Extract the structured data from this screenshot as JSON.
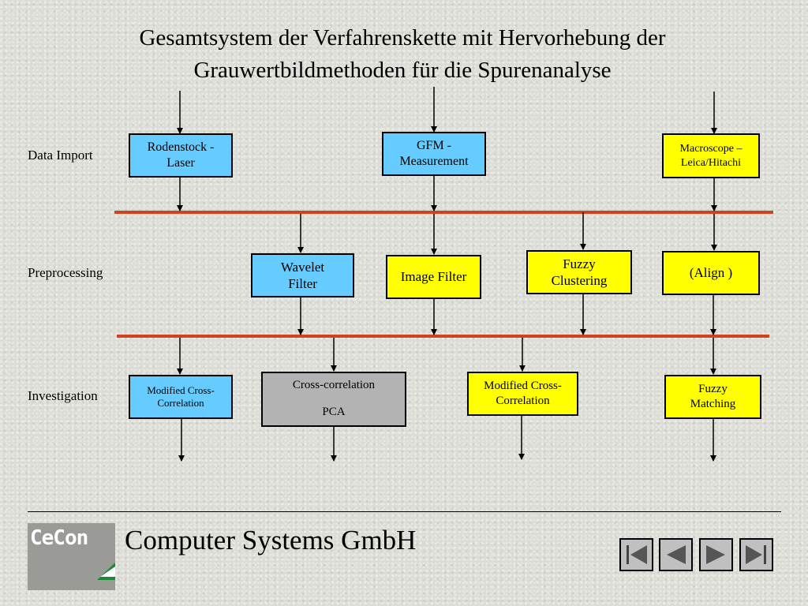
{
  "title": {
    "line1": "Gesamtsystem der Verfahrenskette mit Hervorhebung der",
    "line2": "Grauwertbildmethoden für die Spurenanalyse"
  },
  "rows": {
    "data_import": "Data Import",
    "preprocessing": "Preprocessing",
    "investigation": "Investigation"
  },
  "boxes": {
    "rodenstock": {
      "line1": "Rodenstock -",
      "line2": "Laser"
    },
    "gfm": {
      "line1": "GFM -",
      "line2": "Measurement"
    },
    "macroscope": {
      "line1": "Macroscope –",
      "line2": "Leica/Hitachi"
    },
    "wavelet": {
      "line1": "Wavelet",
      "line2": "Filter"
    },
    "image_filter": {
      "line1": "Image Filter"
    },
    "fuzzy_clustering": {
      "line1": "Fuzzy",
      "line2": "Clustering"
    },
    "align": {
      "line1": "(Align )"
    },
    "modified_cc_left": {
      "line1": "Modified Cross-",
      "line2": "Correlation"
    },
    "cross_corr_pca": {
      "line1": "Cross-correlation",
      "line2": "PCA"
    },
    "modified_cc_mid": {
      "line1": "Modified Cross-",
      "line2": "Correlation"
    },
    "fuzzy_matching": {
      "line1": "Fuzzy",
      "line2": "Matching"
    }
  },
  "colors": {
    "blue_box": "#66ccff",
    "yellow_box": "#ffff00",
    "gray_box": "#b3b3b3",
    "separator_line": "#cc4422",
    "logo_gray": "#9a9a96",
    "logo_green": "#1a8a3a"
  },
  "footer": {
    "logo_text": "CeCon",
    "company": "Computer Systems GmbH"
  },
  "nav_icons": [
    "first-slide-icon",
    "previous-slide-icon",
    "next-slide-icon",
    "last-slide-icon"
  ]
}
